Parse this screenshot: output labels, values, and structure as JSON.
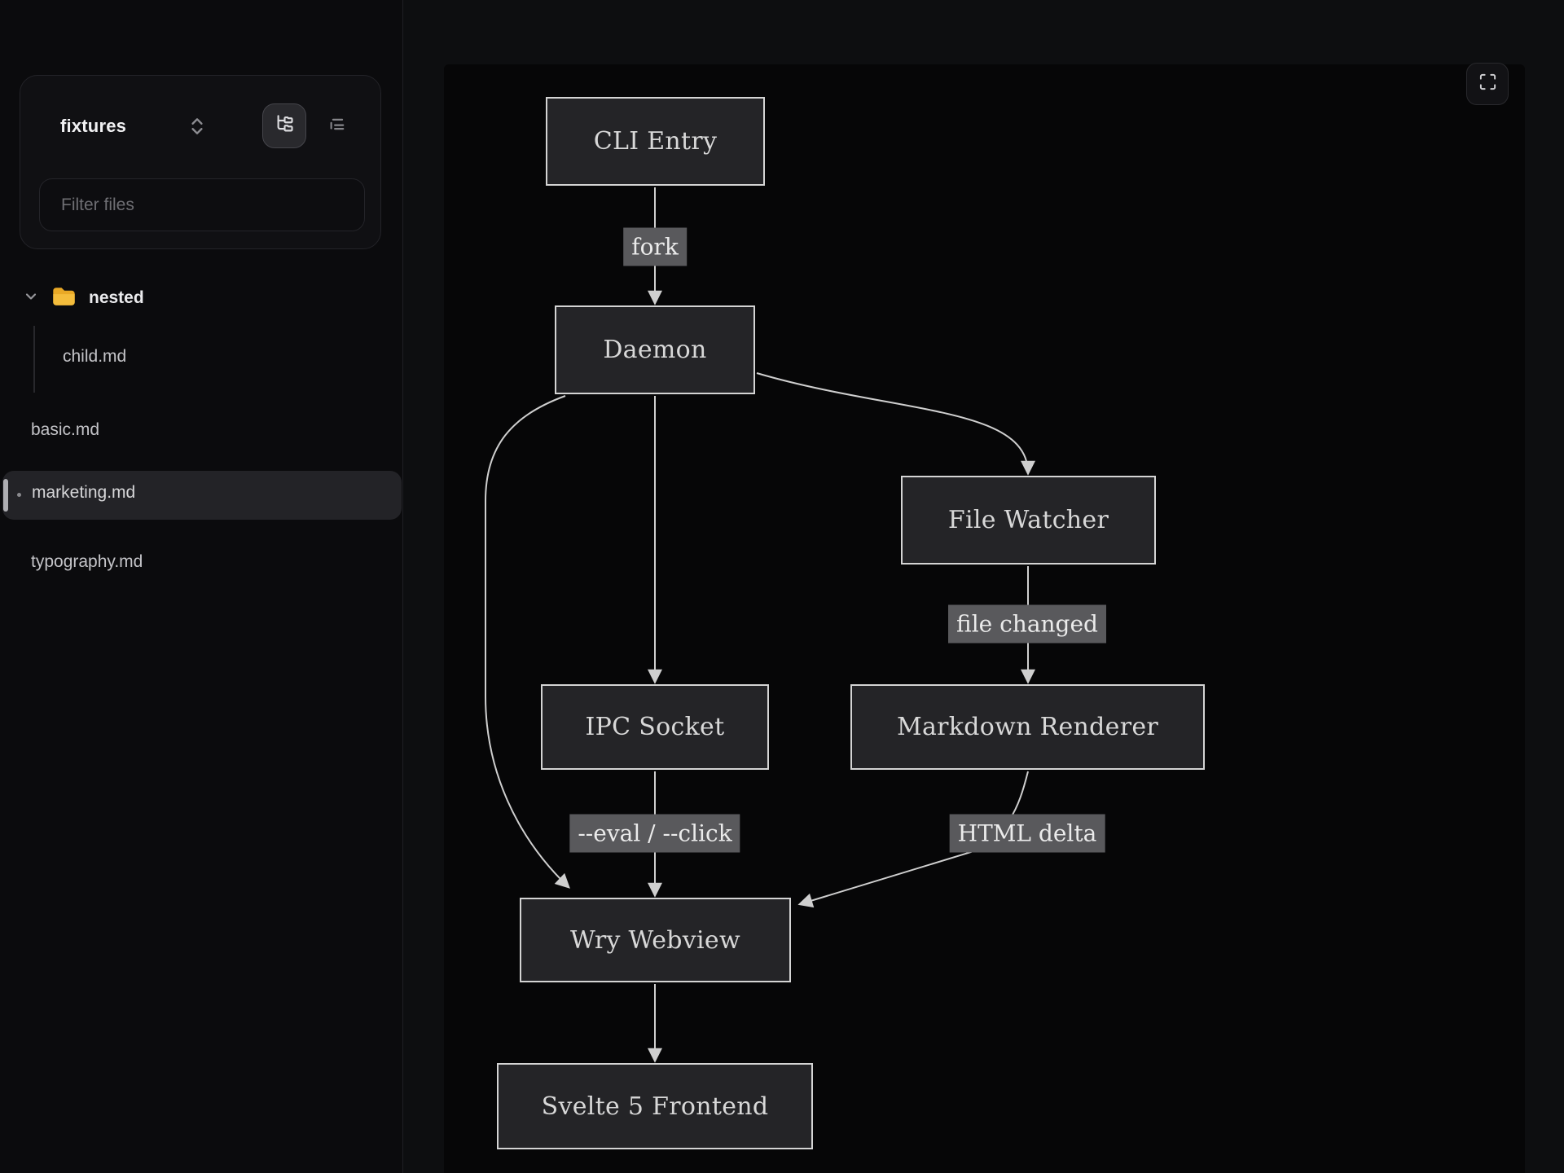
{
  "sidebar": {
    "workspace": {
      "label": "fixtures"
    },
    "filter": {
      "placeholder": "Filter files"
    },
    "tree": {
      "folder": {
        "label": "nested"
      },
      "files": {
        "child": {
          "label": "child.md"
        },
        "basic": {
          "label": "basic.md"
        },
        "marketing": {
          "label": "marketing.md",
          "selected": true,
          "modified": true
        },
        "typography": {
          "label": "typography.md"
        }
      }
    }
  },
  "preview": {
    "diagram": {
      "type": "flowchart",
      "nodes": {
        "cli": {
          "label": "CLI Entry"
        },
        "daemon": {
          "label": "Daemon"
        },
        "watcher": {
          "label": "File Watcher"
        },
        "ipc": {
          "label": "IPC Socket"
        },
        "renderer": {
          "label": "Markdown Renderer"
        },
        "webview": {
          "label": "Wry Webview"
        },
        "frontend": {
          "label": "Svelte 5 Frontend"
        }
      },
      "edge_labels": {
        "fork": {
          "label": "fork"
        },
        "file_changed": {
          "label": "file changed"
        },
        "eval_click": {
          "label": "--eval / --click"
        },
        "html_delta": {
          "label": "HTML delta"
        }
      },
      "connections": [
        "CLI Entry -> Daemon (fork)",
        "Daemon -> IPC Socket",
        "Daemon -> File Watcher",
        "Daemon -> Wry Webview",
        "File Watcher -> Markdown Renderer (file changed)",
        "IPC Socket -> Wry Webview (--eval / --click)",
        "Markdown Renderer -> Wry Webview (HTML delta)",
        "Wry Webview -> Svelte 5 Frontend"
      ]
    },
    "colors": {
      "panel_bg": "#060607",
      "node_fill": "#242427",
      "node_border": "#d4d4d4",
      "edge": "#cfcfcf",
      "edge_label_bg": "#59595c",
      "folder_icon": "#f0b42e",
      "selected_row_bg": "#232327"
    }
  }
}
